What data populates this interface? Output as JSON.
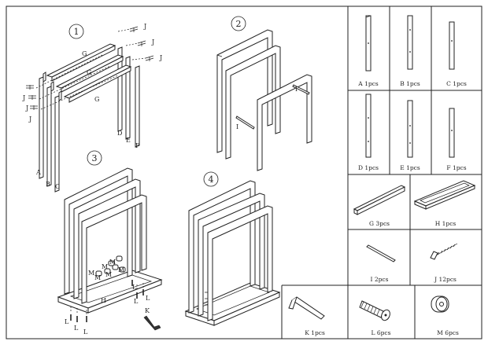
{
  "steps": [
    "1",
    "2",
    "3",
    "4"
  ],
  "parts": [
    {
      "text": "A  1pcs"
    },
    {
      "text": "B  1pcs"
    },
    {
      "text": "C  1pcs"
    },
    {
      "text": "D  1pcs"
    },
    {
      "text": "E  1pcs"
    },
    {
      "text": "F  1pcs"
    },
    {
      "text": "G  3pcs"
    },
    {
      "text": "H  1pcs"
    },
    {
      "text": "I   2pcs"
    },
    {
      "text": "J  12pcs"
    },
    {
      "text": "K  1pcs"
    },
    {
      "text": "L  6pcs"
    },
    {
      "text": "M  6pcs"
    }
  ],
  "step1_labels": [
    "G",
    "G",
    "G",
    "J",
    "J",
    "J",
    "J",
    "J",
    "J",
    "A",
    "B",
    "C",
    "D",
    "E",
    "F"
  ],
  "step2_labels": [
    "I",
    "I"
  ],
  "step3_labels": [
    "M",
    "M",
    "M",
    "M",
    "M",
    "M",
    "H",
    "L",
    "L",
    "L",
    "L",
    "L",
    "L",
    "K"
  ]
}
